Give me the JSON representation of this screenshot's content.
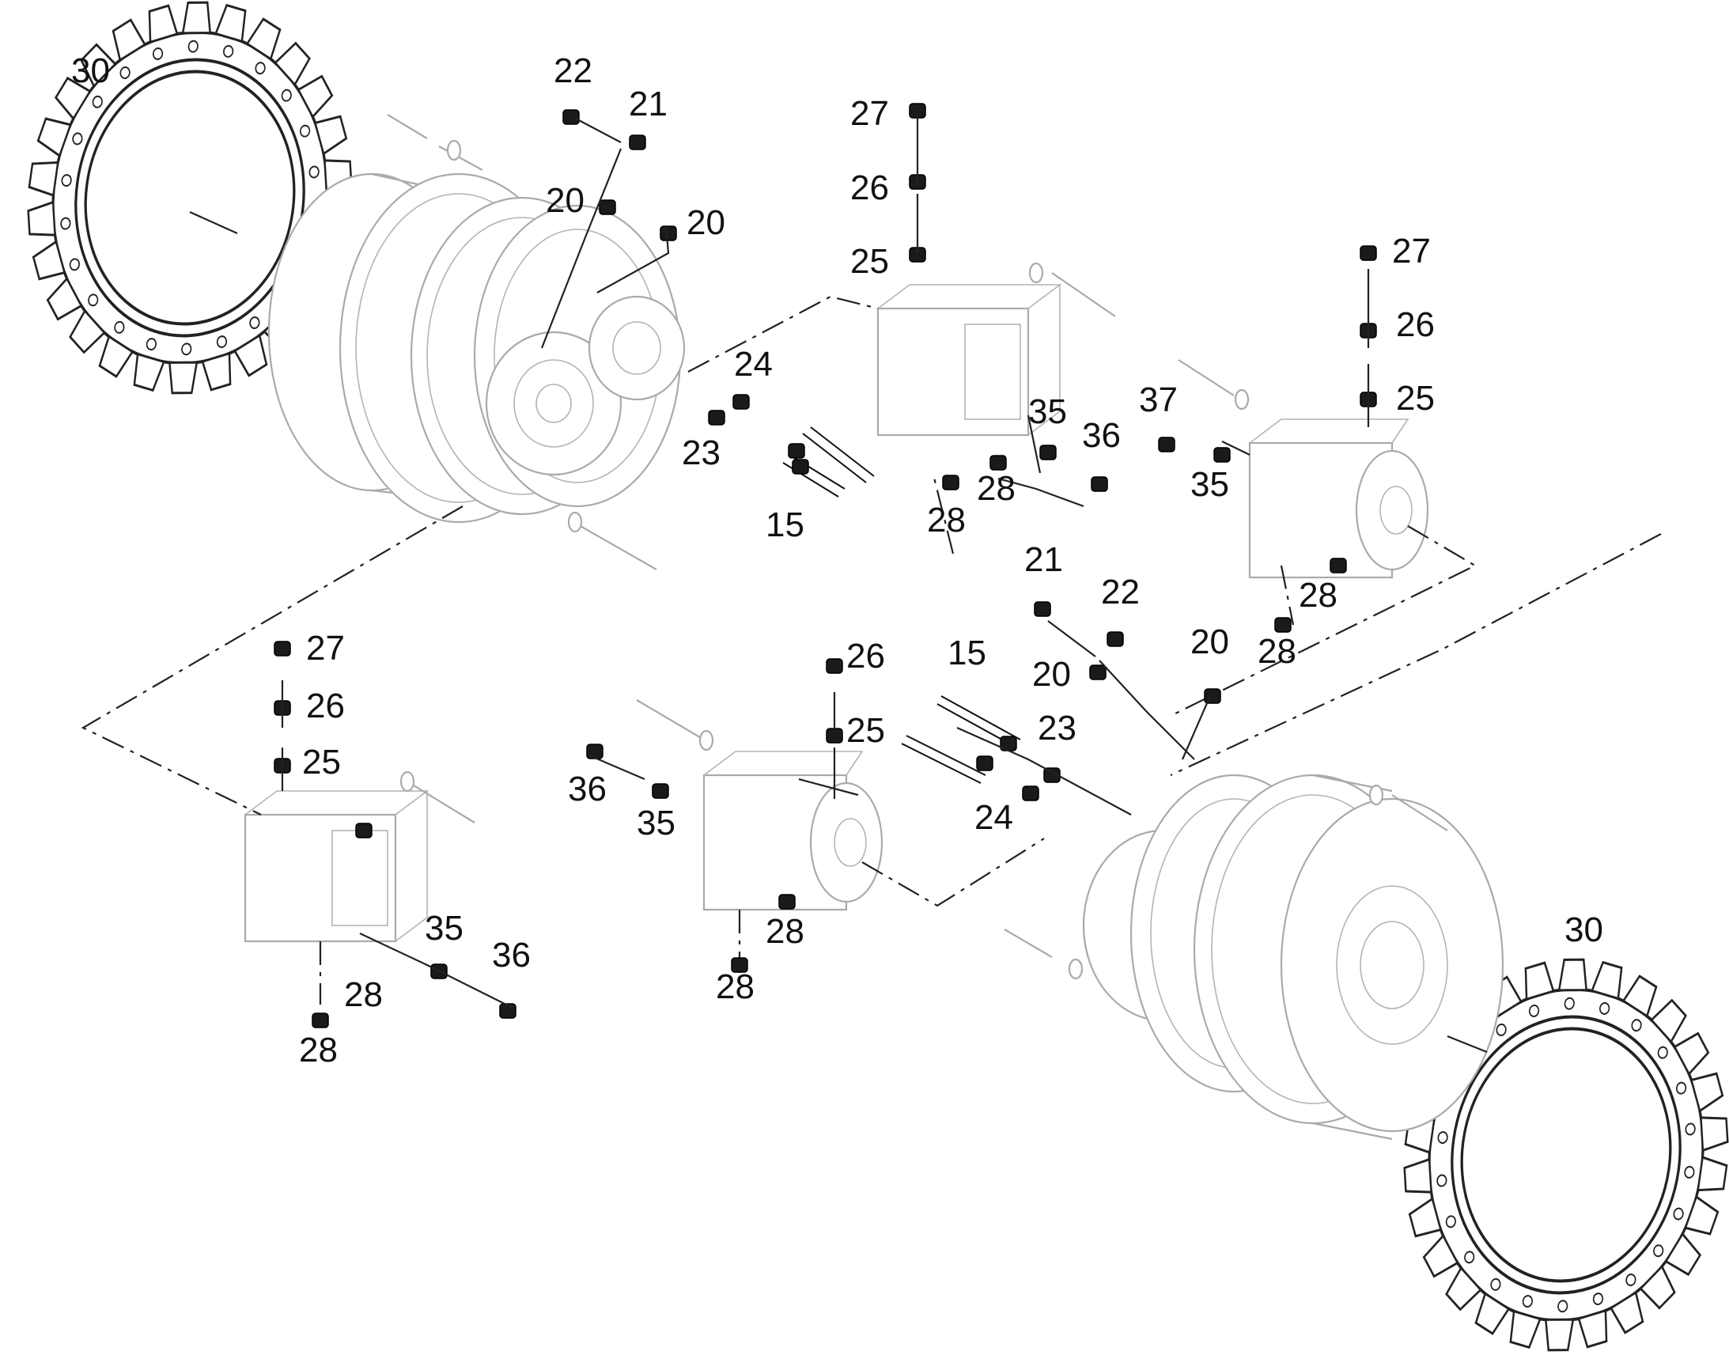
{
  "callouts": {
    "c30_top": "30",
    "c22_top": "22",
    "c21_top": "21",
    "c20_top_a": "20",
    "c20_top_b": "20",
    "c27_m1": "27",
    "c26_m1": "26",
    "c25_m1": "25",
    "c24_top": "24",
    "c23_top": "23",
    "c15_top": "15",
    "c35_m1": "35",
    "c37_m1": "37",
    "c36_m1": "36",
    "c28_m1_a": "28",
    "c28_m1_b": "28",
    "c27_m2": "27",
    "c26_m2": "26",
    "c25_m2": "25",
    "c35_m2": "35",
    "c28_m2_a": "28",
    "c28_m2_b": "28",
    "c21_bot": "21",
    "c22_bot": "22",
    "c20_bot_a": "20",
    "c20_bot_b": "20",
    "c15_bot": "15",
    "c23_bot": "23",
    "c24_bot": "24",
    "c27_m3": "27",
    "c26_m3": "26",
    "c25_m3": "25",
    "c35_m3": "35",
    "c36_m3": "36",
    "c28_m3_a": "28",
    "c28_m3_b": "28",
    "c26_m4": "26",
    "c25_m4": "25",
    "c36_m4": "36",
    "c35_m4": "35",
    "c28_m4_a": "28",
    "c28_m4_b": "28",
    "c30_bot": "30"
  },
  "icons": {
    "sprocket": "sprocket-icon",
    "final-drive": "final-drive-icon",
    "hydraulic-motor": "hydraulic-motor-icon",
    "fitting": "fitting-icon",
    "bolt": "bolt-icon",
    "tube": "tube-icon"
  },
  "colors": {
    "line": "#222222",
    "ghost": "#aaaaaa",
    "text": "#111111"
  }
}
